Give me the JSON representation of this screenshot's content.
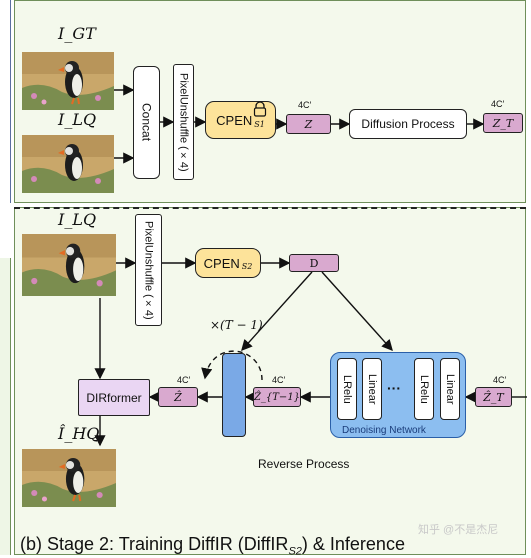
{
  "stage1": {
    "input_gt": "I_GT",
    "input_lq": "I_LQ",
    "concat": "Concat",
    "pixel_unshuffle": "PixelUnshuffle (×4)",
    "cpen": "CPEN",
    "cpen_sub": "S1",
    "dim1": "4C′",
    "z": "Z",
    "diffusion": "Diffusion Process",
    "dim2": "4C′",
    "zt": "Z_T"
  },
  "stage2": {
    "input_lq": "I_LQ",
    "pixel_unshuffle": "PixelUnshuffle (×4)",
    "cpen": "CPEN",
    "cpen_sub": "S2",
    "d": "D",
    "loop": "×(T − 1)",
    "dirformer": "DIRformer",
    "dim_zhat": "4C′",
    "zhat": "Ẑ",
    "dim_zt1": "4C′",
    "zt1": "Ẑ_{T−1}",
    "dim_zt": "4C′",
    "zt": "Ẑ_T",
    "layers": [
      "LRelu",
      "Linear",
      "LRelu",
      "Linear"
    ],
    "ellipsis": "···",
    "denoising": "Denoising Network",
    "reverse": "Reverse Process",
    "output": "Î_HQ",
    "caption": "(b) Stage 2: Training DiffIR (DiffIR",
    "caption_sub": "S2",
    "caption_end": ") & Inference"
  },
  "watermark": "知乎 @不是杰尼",
  "colors": {
    "panel": "#f4f9ec",
    "cpen": "#fde39a",
    "latent": "#d9a9cf",
    "dirformer": "#ead6f3",
    "denoise": "#8cbef0",
    "blue": "#7aa9e6"
  }
}
